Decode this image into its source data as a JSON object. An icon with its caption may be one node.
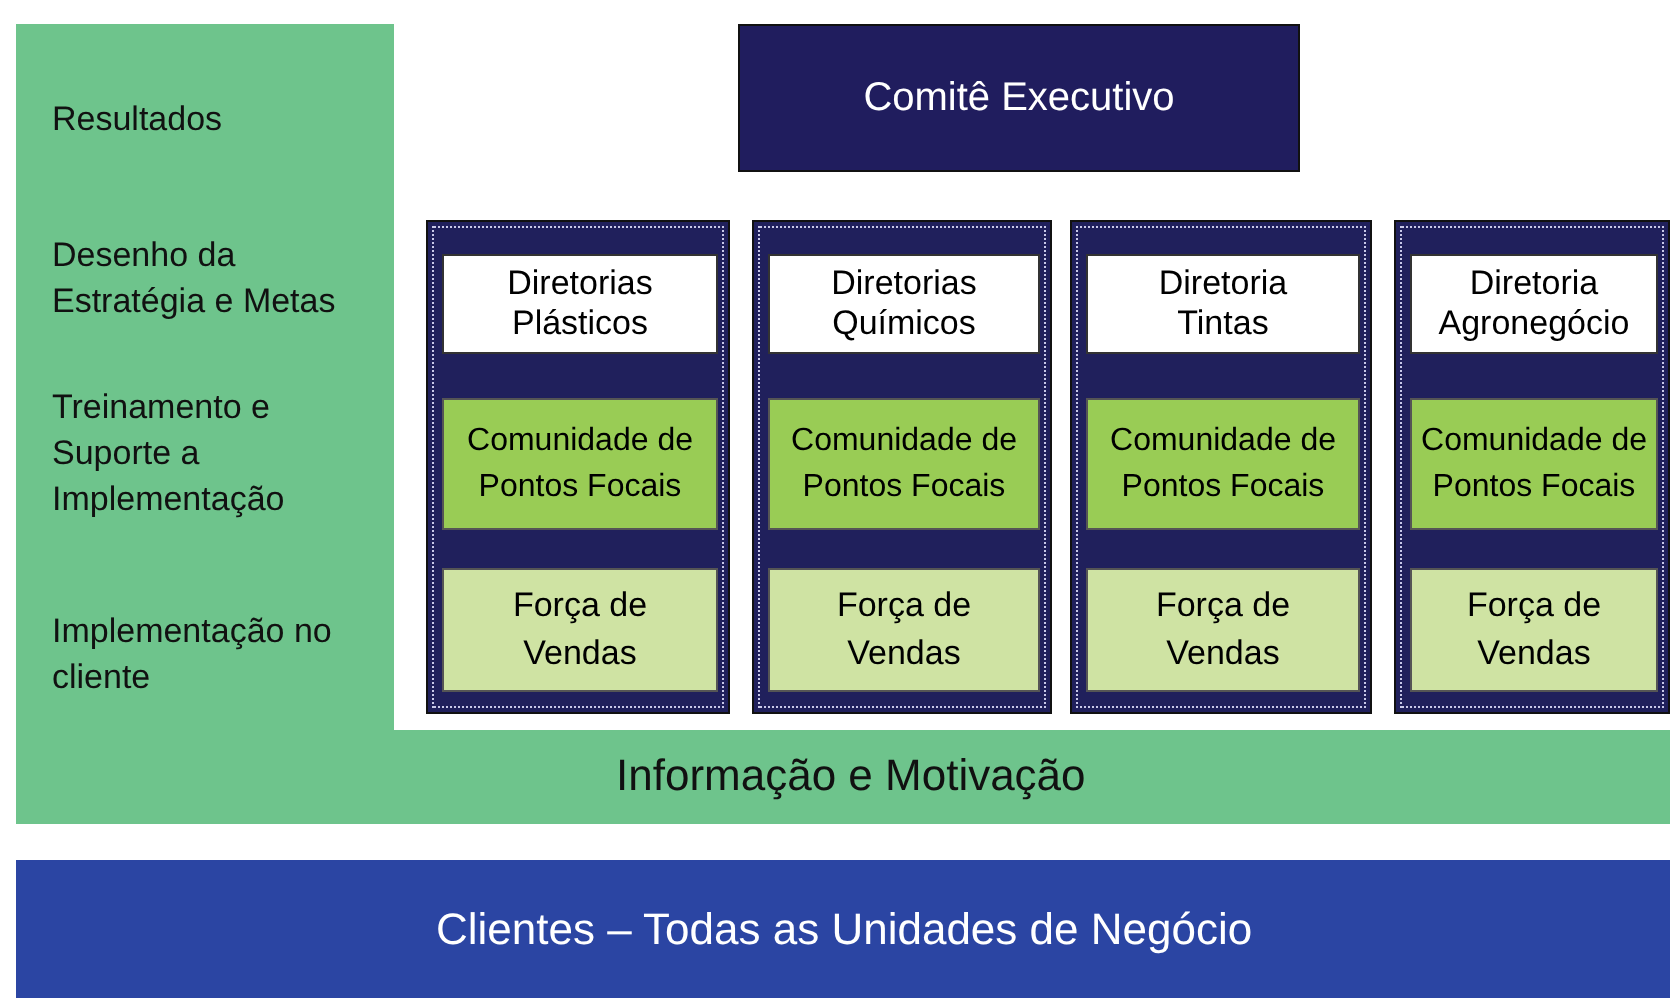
{
  "diagram": {
    "nodes": [
      {
        "text": [
          "Resultados",
          "Desenho da Estratégia e Metas",
          "Treinamento e Suporte a Implementação",
          "Implementação no cliente",
          "Informação e Motivação"
        ]
      },
      {
        "text": [
          "Comitê Executivo"
        ]
      },
      {
        "text": [],
        "shape": "box"
      },
      {
        "text": [
          "Diretorias Plásticos"
        ],
        "in": 2
      },
      {
        "text": [
          "Comunidade de Pontos Focais"
        ],
        "in": 2
      },
      {
        "text": [
          "Força de Vendas"
        ],
        "in": 2
      },
      {
        "text": [],
        "shape": "box"
      },
      {
        "text": [
          "Diretorias Químicos"
        ],
        "in": 6
      },
      {
        "text": [
          "Comunidade de Pontos Focais"
        ],
        "in": 6
      },
      {
        "text": [
          "Força de Vendas"
        ],
        "in": 6
      },
      {
        "text": [],
        "shape": "box"
      },
      {
        "text": [
          "Diretoria Tintas"
        ],
        "in": 10
      },
      {
        "text": [
          "Comunidade de Pontos Focais"
        ],
        "in": 10
      },
      {
        "text": [
          "Força de Vendas"
        ],
        "in": 10
      },
      {
        "text": [],
        "shape": "box"
      },
      {
        "text": [
          "Diretoria Agronegócio"
        ],
        "in": 14
      },
      {
        "text": [
          "Comunidade de Pontos Focais"
        ],
        "in": 14
      },
      {
        "text": [
          "Força de Vendas"
        ],
        "in": 14
      },
      {
        "text": [
          "Clientes – Todas as Unidades de Negócio"
        ]
      }
    ]
  }
}
